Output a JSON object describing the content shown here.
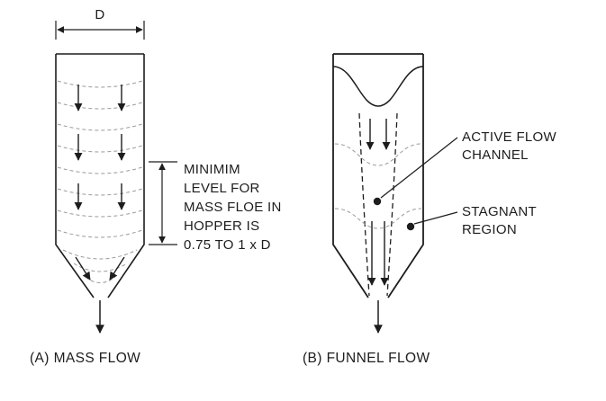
{
  "left": {
    "dimension_label": "D",
    "note": "MINIMIM\nLEVEL FOR\nMASS FLOE IN\nHOPPER IS\n0.75 TO 1 x D",
    "caption": "(A) MASS FLOW"
  },
  "right": {
    "active_flow_label": "ACTIVE FLOW\nCHANNEL",
    "stagnant_label": "STAGNANT\nREGION",
    "caption": "(B) FUNNEL FLOW"
  },
  "colors": {
    "line": "#1d1d1d",
    "profile_dash": "#9b9b9b",
    "background": "#ffffff"
  }
}
